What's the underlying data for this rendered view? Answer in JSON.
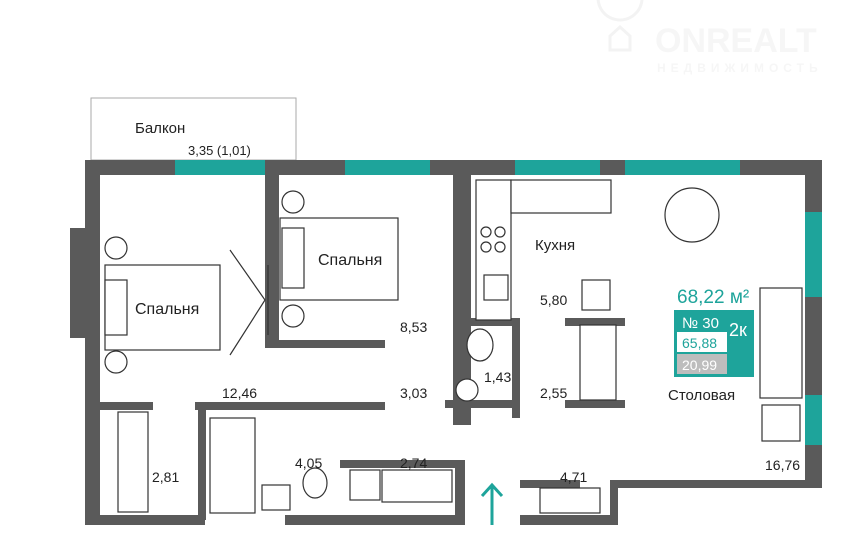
{
  "watermark": {
    "brand": "ONREALT",
    "subtitle": "НЕДВИЖИМОСТЬ"
  },
  "rooms": {
    "balcony": {
      "name": "Балкон",
      "area": "3,35 (1,01)"
    },
    "bedroom1": {
      "name": "Спальня",
      "area": "12,46"
    },
    "bedroom2": {
      "name": "Спальня",
      "area": "8,53"
    },
    "kitchen": {
      "name": "Кухня",
      "area": "5,80"
    },
    "dining": {
      "name": "Столовая",
      "area": "2,55"
    },
    "living_area": "16,76",
    "hall": "3,03",
    "wc": "1,43",
    "closet1": "2,81",
    "bath": "4,05",
    "closet2": "2,74",
    "closet3": "4,71"
  },
  "info": {
    "total_area": "68,22 м²",
    "number": "№ 30",
    "rooms": "2к",
    "living": "65,88",
    "extra": "20,99"
  },
  "colors": {
    "accent": "#1ea49b",
    "wall": "#5a5a5a"
  }
}
